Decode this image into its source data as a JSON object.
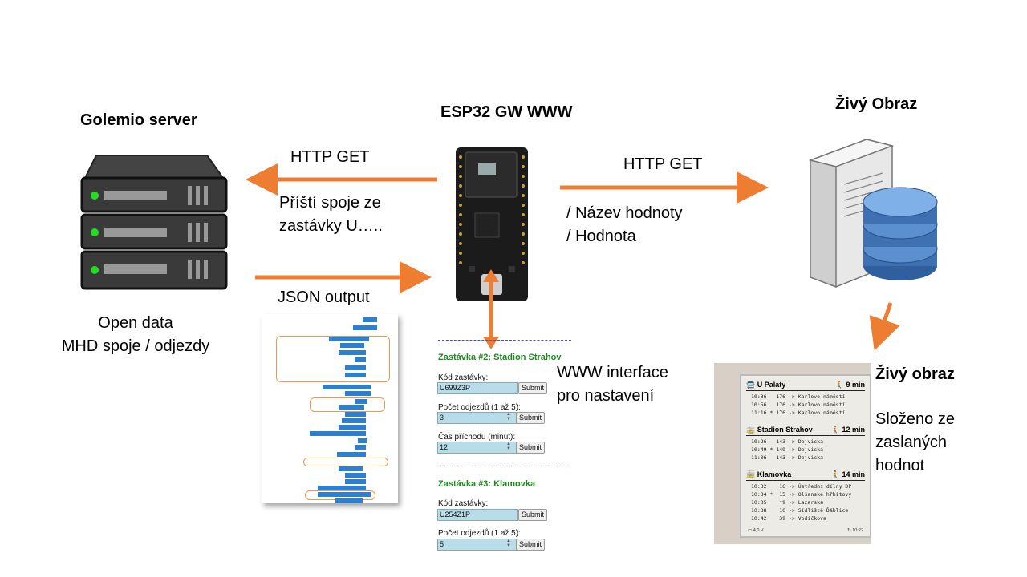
{
  "titles": {
    "golemio": "Golemio server",
    "esp32": "ESP32 GW WWW",
    "zivy_obraz_top": "Živý Obraz",
    "zivy_obraz_side": "Živý obraz"
  },
  "labels": {
    "http_get_left": "HTTP GET",
    "pristi_line1": "Příští spoje ze",
    "pristi_line2": "zastávky U…..",
    "json_output": "JSON output",
    "http_get_right": "HTTP GET",
    "nazev_hodnoty": "/ Název hodnoty",
    "hodnota": "/ Hodnota",
    "open_data": "Open data",
    "mhd": "MHD spoje / odjezdy",
    "www_line1": "WWW interface",
    "www_line2": "pro nastavení",
    "slozeno_1": "Složeno ze",
    "slozeno_2": "zaslaných",
    "slozeno_3": "hodnot"
  },
  "form": {
    "zone2_title": "Zastávka #2: Stadion Strahov",
    "kod_label": "Kód zastávky:",
    "kod2_value": "U699Z3P",
    "pocet_label": "Počet odjezdů (1 až 5):",
    "pocet2_value": "3",
    "cas_label": "Čas příchodu (minut):",
    "cas2_value": "12",
    "zone3_title": "Zastávka #3: Klamovka",
    "kod3_value": "U254Z1P",
    "pocet3_value": "5",
    "submit": "Submit"
  },
  "display": {
    "stops": [
      {
        "name": "U Palaty",
        "time": "9 min",
        "rows": [
          "10:36   176 -> Karlovo náměstí",
          "10:56   176 -> Karlovo náměstí",
          "11:16 * 176 -> Karlovo náměstí"
        ]
      },
      {
        "name": "Stadion Strahov",
        "time": "12 min",
        "rows": [
          "10:26   143 -> Dejvická",
          "10:49 * 149 -> Dejvická",
          "11:06   143 -> Dejvická"
        ]
      },
      {
        "name": "Klamovka",
        "time": "14 min",
        "rows": [
          "10:32    16 -> Ústřední dílny DP",
          "10:34 *  15 -> Olšanské hřbitovy",
          "10:35    *9 -> Lazarská",
          "10:38    10 -> Sídliště Ďáblice",
          "10:42    39 -> Vodičkova"
        ]
      }
    ],
    "battery": "4,0 V",
    "clock": "10:22"
  },
  "colors": {
    "arrow": "#ed7d31",
    "server_body": "#3a3a3a",
    "server_led": "#22dd22",
    "db_blue": "#4a78b8",
    "form_green": "#1e8a1e",
    "json_blue": "#2d7fd0"
  }
}
